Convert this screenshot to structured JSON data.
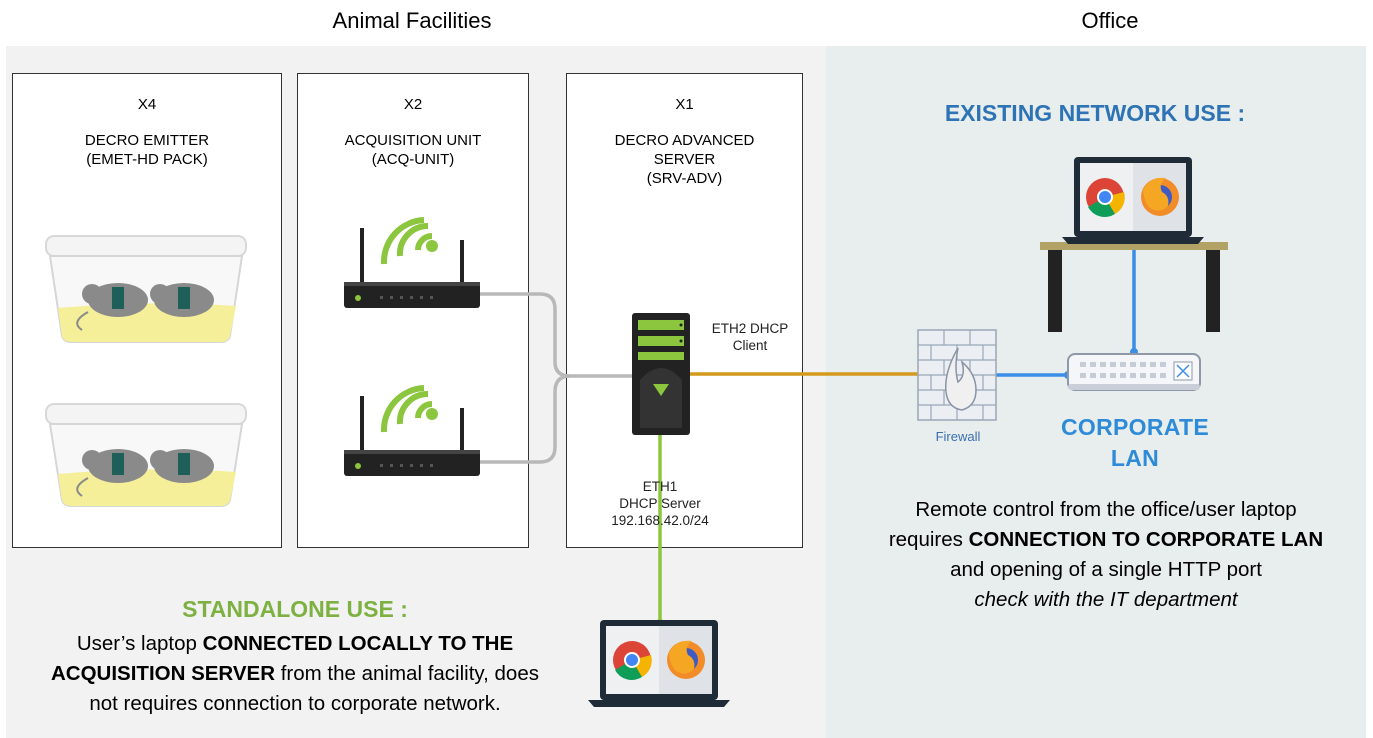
{
  "sections": {
    "animal_facilities": "Animal Facilities",
    "office": "Office"
  },
  "boxes": {
    "emitter": {
      "count": "X4",
      "line1": "DECRO EMITTER",
      "line2": "(EMET-HD PACK)"
    },
    "acquisition": {
      "count": "X2",
      "line1": "ACQUISITION UNIT",
      "line2": "(ACQ-UNIT)"
    },
    "server": {
      "count": "X1",
      "line1": "DECRO ADVANCED",
      "line2": "SERVER",
      "line3": "(SRV-ADV)"
    }
  },
  "labels": {
    "eth2_line1": "ETH2 DHCP",
    "eth2_line2": "Client",
    "eth1_line1": "ETH1",
    "eth1_line2": "DHCP Server",
    "eth1_line3": "192.168.42.0/24",
    "firewall": "Firewall",
    "corporate_line1": "CORPORATE",
    "corporate_line2": "LAN"
  },
  "existing": {
    "heading": "EXISTING NETWORK USE :",
    "line1": "Remote control from the office/user laptop",
    "line2_prefix": "requires ",
    "line2_bold": "CONNECTION TO CORPORATE LAN",
    "line3": "and opening of a single HTTP port",
    "line4": "check with the IT department"
  },
  "standalone": {
    "heading": "STANDALONE USE :",
    "line1_prefix": "User’s laptop ",
    "line1_bold": "CONNECTED LOCALLY TO THE",
    "line2_bold": "ACQUISITION SERVER",
    "line2_suffix": " from the animal facility, does",
    "line3": "not requires connection to corporate network."
  },
  "colors": {
    "standalone_heading": "#7db141",
    "existing_heading": "#2e74b5",
    "corporate_lan": "#2e8bd8",
    "orange_link": "#d49a1e",
    "green_link": "#8cc63f",
    "blue_link": "#3a8ee6",
    "gray_link": "#b3b3b3"
  },
  "icons": [
    "wifi-router-icon",
    "server-tower-icon",
    "firewall-icon",
    "network-switch-icon",
    "laptop-icon",
    "chrome-icon",
    "firefox-icon",
    "mouse-cage-icon",
    "desk-icon"
  ]
}
